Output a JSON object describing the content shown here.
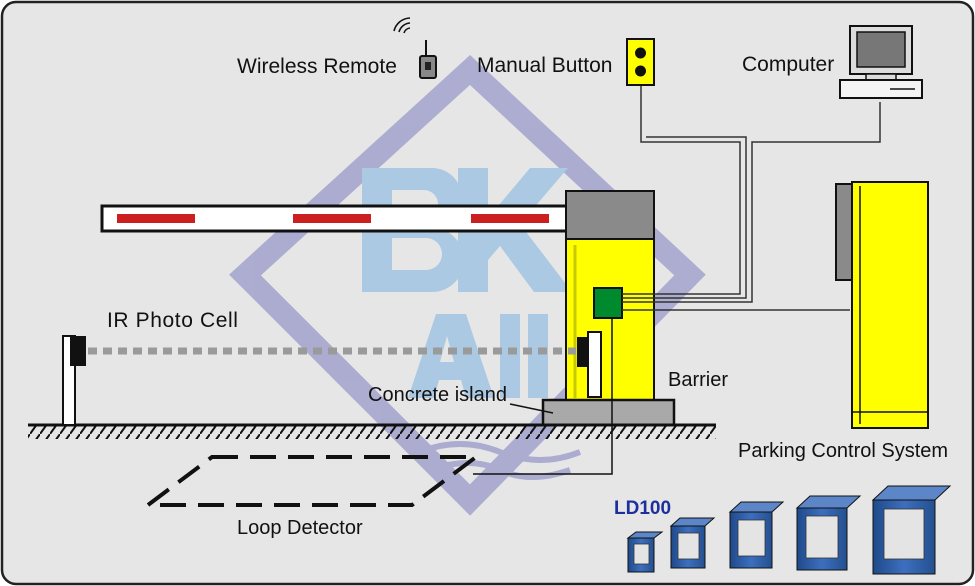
{
  "labels": {
    "wireless_remote": "Wireless Remote",
    "manual_button": "Manual Button",
    "computer": "Computer",
    "ir_photo_cell": "IR Photo Cell",
    "barrier": "Barrier",
    "concrete_island": "Concrete island",
    "parking_control_system": "Parking Control System",
    "loop_detector": "Loop Detector",
    "product_model": "LD100"
  },
  "watermark": {
    "text": "BK AII"
  },
  "colors": {
    "background": "#e6e6e6",
    "barrier_yellow": "#ffff00",
    "stripe_red": "#cc1f1f",
    "controller_green": "#008a2e",
    "watermark_blue": "#5f8fc8",
    "watermark_purple": "#7070b8",
    "product_blue": "#2c5aa0"
  },
  "icons": [
    "wifi-signal-icon",
    "remote-control-icon",
    "traffic-light-icon",
    "computer-icon"
  ]
}
